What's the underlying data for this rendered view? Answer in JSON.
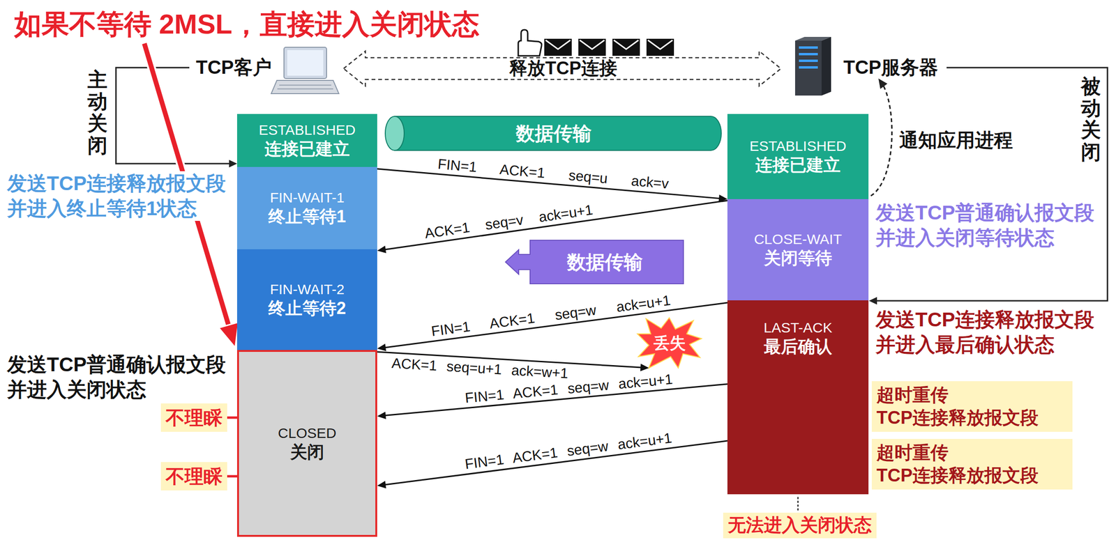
{
  "diagram": {
    "title": "如果不等待 2MSL，直接进入关闭状态",
    "nodes": [
      {
        "text": [
          "ESTABLISHED",
          "连接已建立"
        ]
      },
      {
        "text": [
          "数据传输"
        ]
      },
      {
        "text": [
          "ESTABLISHED",
          "连接已建立"
        ]
      },
      {
        "text": [
          "FIN-WAIT-1",
          "终止等待1"
        ]
      },
      {
        "text": [
          "CLOSE-WAIT",
          "关闭等待"
        ]
      },
      {
        "text": [
          "数据传输"
        ]
      },
      {
        "text": [
          "FIN-WAIT-2",
          "终止等待2"
        ]
      },
      {
        "text": [
          "LAST-ACK",
          "最后确认"
        ]
      },
      {
        "text": [
          "丢失"
        ]
      },
      {
        "text": [
          "CLOSED",
          "关闭"
        ]
      },
      {
        "text": [
          "不理睬"
        ]
      },
      {
        "text": [
          "超时重传 TCP连接释放报文段"
        ]
      },
      {
        "text": [
          "不理睬"
        ]
      },
      {
        "text": [
          "超时重传 TCP连接释放报文段"
        ]
      },
      {
        "text": [
          "无法进入关闭状态"
        ]
      }
    ],
    "edges": [
      {
        "from": 3,
        "to": 4,
        "label": "FIN=1 ACK=1 seq=u ack=v",
        "arrow": "to"
      },
      {
        "from": 4,
        "to": 6,
        "label": "ACK=1 seq=v ack=u+1",
        "arrow": "to"
      },
      {
        "from": 7,
        "to": 6,
        "label": "FIN=1 ACK=1 seq=w ack=u+1",
        "arrow": "to"
      },
      {
        "from": 9,
        "to": 8,
        "label": "ACK=1 seq=u+1 ack=w+1",
        "arrow": "to"
      },
      {
        "from": 7,
        "to": 9,
        "label": "FIN=1 ACK=1 seq=w ack=u+1",
        "arrow": "to"
      },
      {
        "from": 7,
        "to": 9,
        "label": "FIN=1 ACK=1 seq=w ack=u+1",
        "arrow": "to"
      },
      {
        "from": 10,
        "to": 9,
        "arrow": "to"
      },
      {
        "from": 12,
        "to": 9,
        "arrow": "to"
      }
    ],
    "labels": [
      "TCP客户",
      "释放TCP连接",
      "TCP服务器",
      "主动关闭",
      "被动关闭",
      "通知应用进程",
      "发送TCP连接释放报文段 并进入终止等待1状态",
      "发送TCP普通确认报文段 并进入关闭等待状态",
      "发送TCP连接释放报文段 并进入最后确认状态",
      "发送TCP普通确认报文段 并进入关闭状态"
    ]
  }
}
